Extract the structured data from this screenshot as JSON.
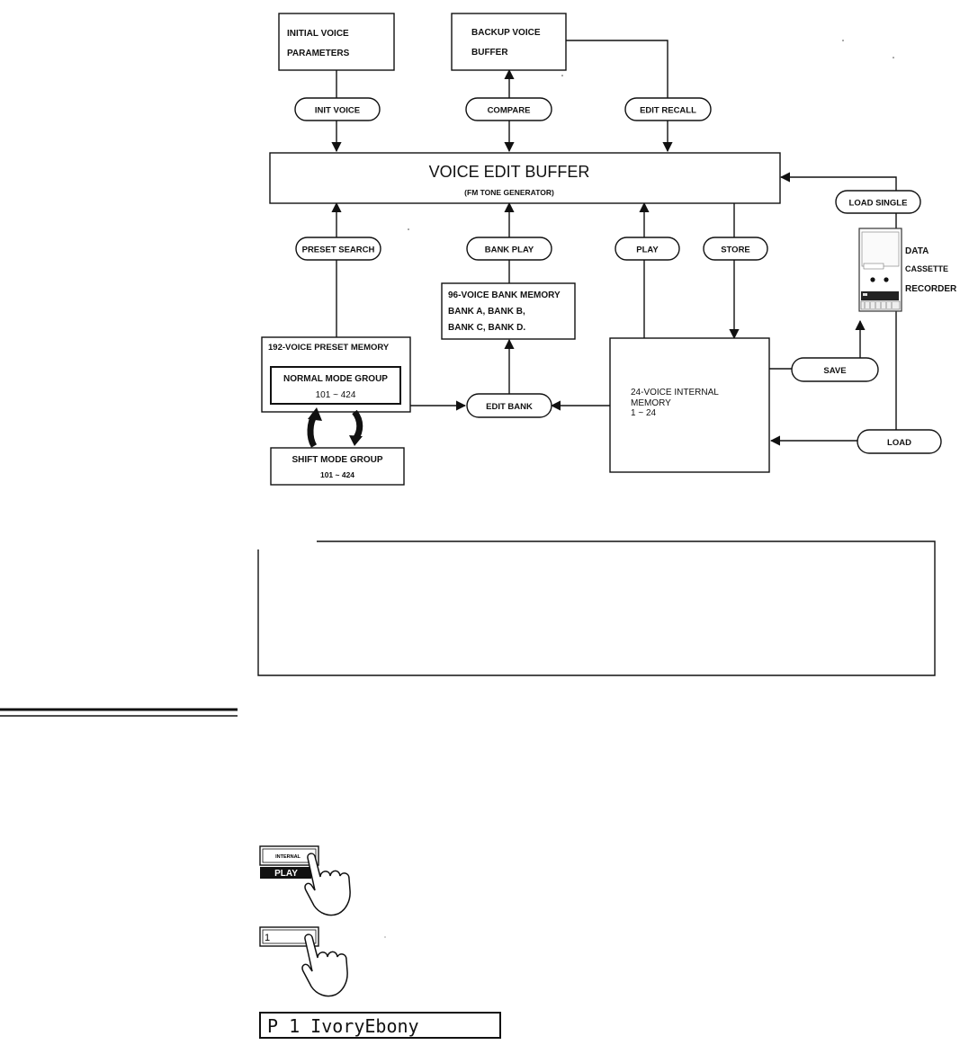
{
  "diagram": {
    "initial_voice": [
      "INITIAL VOICE",
      "PARAMETERS"
    ],
    "backup_voice": [
      "BACKUP VOICE",
      "BUFFER"
    ],
    "pills": {
      "init_voice": "INIT VOICE",
      "compare": "COMPARE",
      "edit_recall": "EDIT RECALL",
      "preset_search": "PRESET SEARCH",
      "bank_play": "BANK PLAY",
      "play": "PLAY",
      "store": "STORE",
      "load_single": "LOAD SINGLE",
      "edit_bank": "EDIT BANK",
      "save": "SAVE",
      "load": "LOAD"
    },
    "voice_edit_buffer": {
      "title": "VOICE EDIT BUFFER",
      "subtitle": "(FM TONE GENERATOR)"
    },
    "bank_memory": [
      "96-VOICE BANK MEMORY",
      "BANK A, BANK B,",
      "BANK C, BANK D."
    ],
    "preset_memory": {
      "title": "192-VOICE PRESET MEMORY",
      "normal_group": "NORMAL MODE GROUP",
      "normal_range": "101 ~ 424",
      "shift_group": "SHIFT MODE GROUP",
      "shift_range": "101 ~ 424"
    },
    "internal_memory": [
      "24-VOICE INTERNAL",
      "MEMORY",
      "1 ~ 24"
    ],
    "cassette": [
      "DATA",
      "CASSETTE",
      "RECORDER"
    ]
  },
  "controls": {
    "internal_label": "INTERNAL",
    "play_label": "PLAY",
    "button_1_label": "1"
  },
  "display": {
    "text": "P 1 IvoryEbony"
  }
}
